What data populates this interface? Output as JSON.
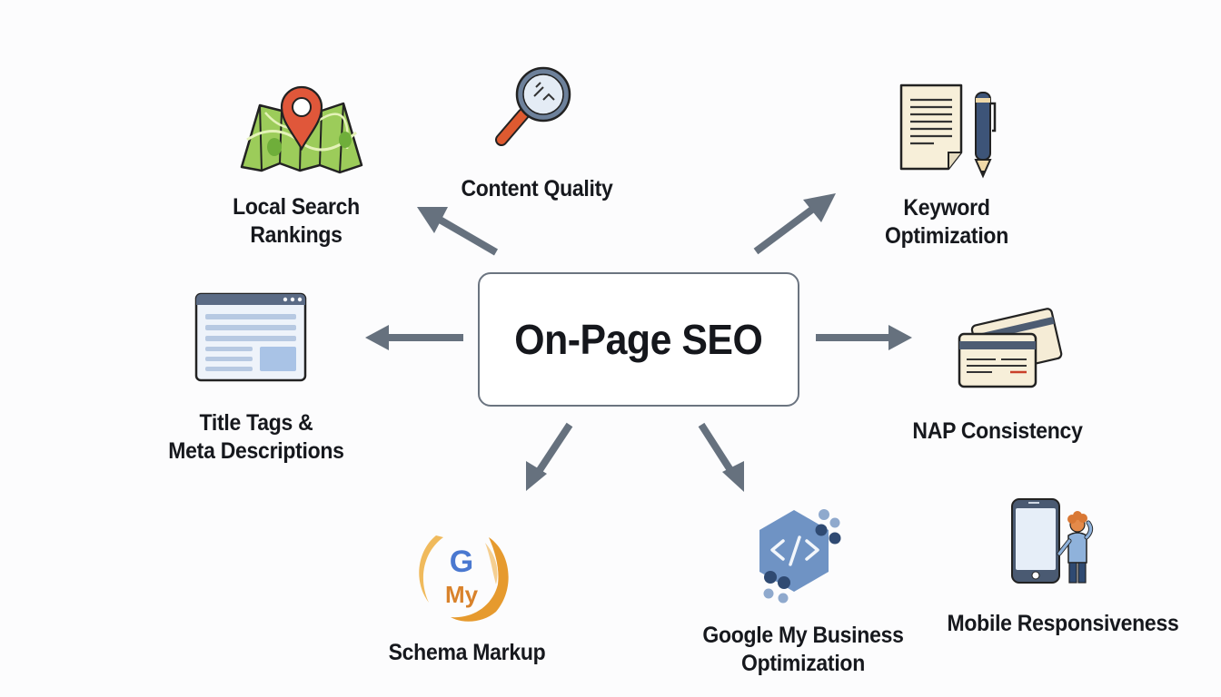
{
  "diagram": {
    "center": {
      "title": "On-Page SEO"
    },
    "nodes": [
      {
        "id": "local-search",
        "label_lines": [
          "Local Search",
          "Rankings"
        ],
        "icon": "map-pin-icon"
      },
      {
        "id": "content-quality",
        "label_lines": [
          "Content Quality"
        ],
        "icon": "magnifying-glass-icon"
      },
      {
        "id": "keyword-optimization",
        "label_lines": [
          "Keyword",
          "Optimization"
        ],
        "icon": "document-pen-icon"
      },
      {
        "id": "title-tags",
        "label_lines": [
          "Title Tags &",
          "Meta Descriptions"
        ],
        "icon": "browser-window-icon"
      },
      {
        "id": "nap-consistency",
        "label_lines": [
          "NAP Consistency"
        ],
        "icon": "business-cards-icon"
      },
      {
        "id": "schema-markup",
        "label_lines": [
          "Schema Markup"
        ],
        "icon": "google-my-logo-icon",
        "icon_text": [
          "G",
          "My"
        ]
      },
      {
        "id": "gmb-optimization",
        "label_lines": [
          "Google My Business",
          "Optimization"
        ],
        "icon": "code-hexagon-icon",
        "icon_text": [
          "</>"
        ]
      },
      {
        "id": "mobile-responsiveness",
        "label_lines": [
          "Mobile Responsiveness"
        ],
        "icon": "smartphone-person-icon"
      }
    ],
    "arrows": [
      {
        "from": "center",
        "to": "local-search",
        "direction": "up-left"
      },
      {
        "from": "center",
        "to": "keyword-optimization",
        "direction": "up-right"
      },
      {
        "from": "center",
        "to": "title-tags",
        "direction": "left"
      },
      {
        "from": "center",
        "to": "nap-consistency",
        "direction": "right"
      },
      {
        "from": "center",
        "to": "schema-markup",
        "direction": "down-left"
      },
      {
        "from": "center",
        "to": "gmb-optimization",
        "direction": "down-right"
      }
    ],
    "colors": {
      "background": "#fcfcfd",
      "arrow": "#66717e",
      "box_border": "#6b7480",
      "text": "#16181d",
      "map_green": "#9ccc5a",
      "pin_red": "#e0573a",
      "navy": "#3d5478",
      "paper": "#f7efd9",
      "hex_blue": "#6f93c4",
      "orange": "#e8a13a",
      "google_blue": "#4a78d0"
    }
  }
}
